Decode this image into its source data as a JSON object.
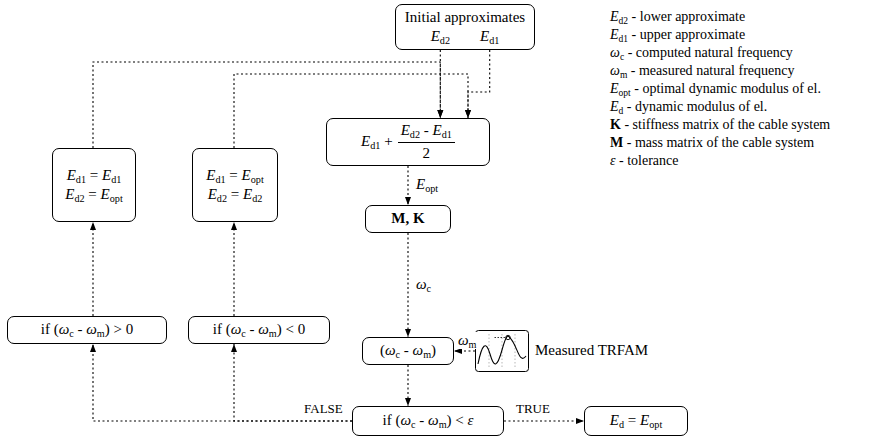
{
  "diagram": {
    "nodes": [
      {
        "text": [
          "Initial approximates",
          "Ed2",
          "Ed1"
        ]
      },
      {
        "text": [
          "Ed1 = Ed1",
          "Ed2 = Eopt"
        ]
      },
      {
        "text": [
          "Ed1 = Eopt",
          "Ed2 = Ed2"
        ]
      },
      {
        "text": [
          "Ed1 +",
          "Ed2 - Ed1",
          "2"
        ]
      },
      {
        "text": [
          "M, K"
        ]
      },
      {
        "text": [
          "(ωc - ωm)"
        ]
      },
      {
        "text": [
          "if (ωc - ωm) > 0"
        ]
      },
      {
        "text": [
          "if (ωc - ωm) < 0"
        ]
      },
      {
        "text": [
          "if (ωc - ωm) < ε"
        ]
      },
      {
        "text": [
          "Ed = Eopt"
        ]
      },
      {
        "text": [
          "Measured TRFAM"
        ]
      }
    ],
    "edges": [
      {
        "from": 0,
        "to": 3,
        "arrow": "to"
      },
      {
        "from": 0,
        "to": 3,
        "arrow": "to"
      },
      {
        "from": 3,
        "to": 4,
        "label": "Eopt",
        "arrow": "to"
      },
      {
        "from": 4,
        "to": 5,
        "label": "ωc",
        "arrow": "to"
      },
      {
        "from": 10,
        "to": 5,
        "label": "ωm",
        "arrow": "to"
      },
      {
        "from": 5,
        "to": 8,
        "arrow": "to"
      },
      {
        "from": 8,
        "to": 9,
        "label": "TRUE",
        "arrow": "to"
      },
      {
        "from": 8,
        "to": 6,
        "label": "FALSE",
        "arrow": "to"
      },
      {
        "from": 8,
        "to": 7,
        "arrow": "to"
      },
      {
        "from": 6,
        "to": 1,
        "arrow": "to"
      },
      {
        "from": 7,
        "to": 2,
        "arrow": "to"
      },
      {
        "from": 1,
        "to": 3,
        "arrow": "to"
      },
      {
        "from": 2,
        "to": 3,
        "arrow": "to"
      }
    ],
    "labels": [
      "Ed2 - lower approximate",
      "Ed1 - upper approximate",
      "ωc - computed natural frequency",
      "ωm - measured natural frequency",
      "Eopt - optimal dynamic modulus of el.",
      "Ed - dynamic modulus of el.",
      "K - stiffness matrix of the cable system",
      "M - mass matrix of the cable system",
      "ε - tolerance"
    ]
  }
}
